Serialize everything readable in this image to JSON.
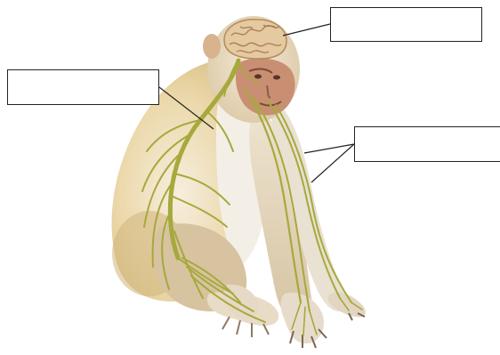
{
  "diagram": {
    "subject": "monkey-nervous-system",
    "colors": {
      "background": "#ffffff",
      "fur_light": "#f3ecd9",
      "fur_warm": "#e8cf97",
      "fur_shadow": "#cdb78a",
      "face": "#c88d72",
      "face_dark": "#8e5a46",
      "brain": "#e2c7a0",
      "brain_outline": "#b5895a",
      "nerve": "#a6a93c",
      "leader_line": "#222222",
      "box_border": "#222222"
    },
    "labels": [
      {
        "id": "brain-label",
        "text": ""
      },
      {
        "id": "spinal-cord-label",
        "text": ""
      },
      {
        "id": "nerves-label",
        "text": ""
      }
    ]
  }
}
